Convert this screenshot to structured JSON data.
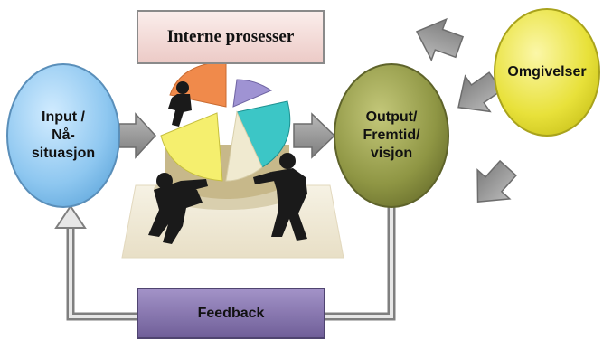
{
  "diagram": {
    "title_box": {
      "label": "Interne prosesser",
      "fill": "#f3d9d6",
      "border": "#8a8a8a"
    },
    "nodes": {
      "input": {
        "label": "Input /\nNå-\nsituasjon",
        "fill": "#8ec7f0",
        "stroke": "#5a8fba"
      },
      "output": {
        "label": "Output/\nFremtid/\nvisjon",
        "fill": "#8f9644",
        "stroke": "#5e632a"
      },
      "environment": {
        "label": "Omgivelser",
        "fill": "#e8e13a",
        "stroke": "#a9a31c"
      }
    },
    "feedback_box": {
      "label": "Feedback",
      "fill": "#8a76b0",
      "stroke": "#4f4470"
    },
    "arrow_color": "#8c8c8c",
    "pie_colors": [
      "#f08a4b",
      "#9f93d3",
      "#3cc6c6",
      "#f5ef6e"
    ],
    "icons": [
      "pie-chart-illustration",
      "business-figure-pushing-left",
      "business-figure-pushing-right",
      "business-figure-climbing"
    ]
  }
}
